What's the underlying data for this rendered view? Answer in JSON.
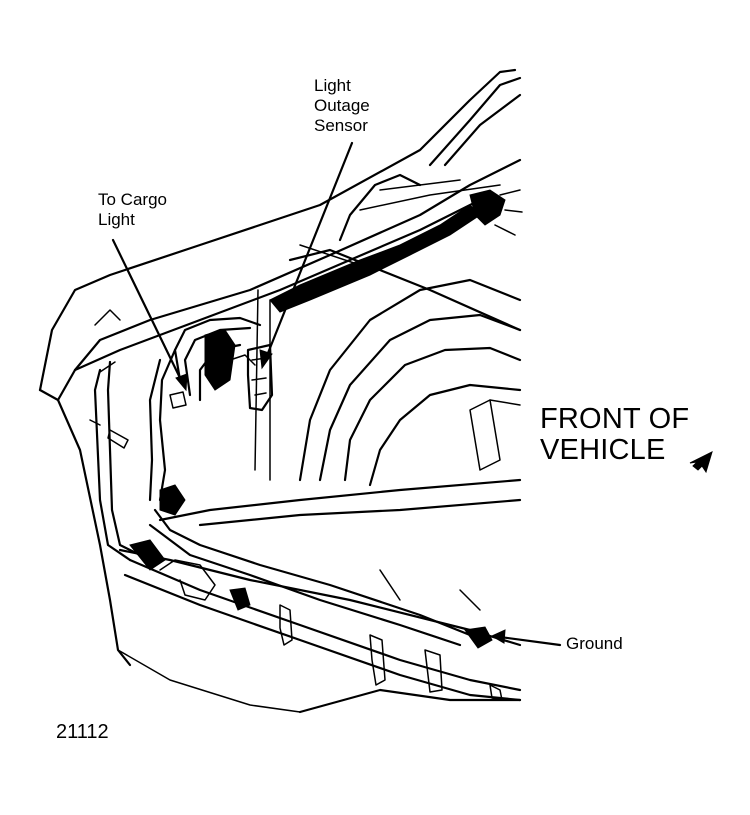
{
  "labels": {
    "light_outage_sensor": [
      "Light",
      "Outage",
      "Sensor"
    ],
    "to_cargo_light": [
      "To Cargo",
      "Light"
    ],
    "front_of_vehicle": [
      "FRONT OF",
      "VEHICLE"
    ],
    "ground": "Ground"
  },
  "figure_number": "21112",
  "colors": {
    "ink": "#000000",
    "paper": "#ffffff"
  }
}
